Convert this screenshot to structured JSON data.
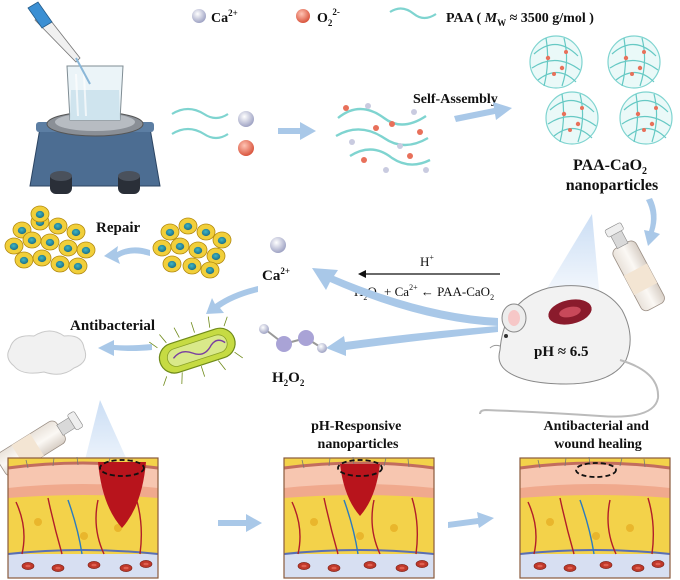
{
  "legend": {
    "ca_ion": "Ca",
    "ca_ion_sup": "2+",
    "o_ion": "O",
    "o_ion_sub": "2",
    "o_ion_sup": "2-",
    "paa_prefix": "PAA ( ",
    "paa_mw_m": "M",
    "paa_mw_sub": "W",
    "paa_mw_value": " ≈ 3500 g/mol )"
  },
  "labels": {
    "self_assembly": "Self-Assembly",
    "nanoparticles_line1": "PAA-CaO",
    "nanoparticles_sub": "2",
    "nanoparticles_line2": "nanoparticles",
    "repair": "Repair",
    "antibacterial": "Antibacterial",
    "ca_release": "Ca",
    "ca_release_sup": "2+",
    "h2o2_h": "H",
    "h2o2_s1": "2",
    "h2o2_o": "O",
    "h2o2_s2": "2",
    "reaction_catalyst": "H",
    "reaction_catalyst_sup": "+",
    "reaction_left": "H",
    "reaction_equation_a": "O",
    "reaction_equation_b": " + Ca",
    "reaction_equation_c": " ← PAA-CaO",
    "ph_value": "pH ≈ 6.5",
    "ph_responsive_line1": "pH-Responsive",
    "ph_responsive_line2": "nanoparticles",
    "healing_line1": "Antibacterial and",
    "healing_line2": "wound healing"
  },
  "colors": {
    "ca_ion": "#c9cbe0",
    "o_ion": "#e8705a",
    "paa_chain": "#7fd4d0",
    "arrow": "#a9c8e8",
    "wound": "#b8141c",
    "fat": "#f3d24a",
    "dermis": "#f6c7b0"
  }
}
